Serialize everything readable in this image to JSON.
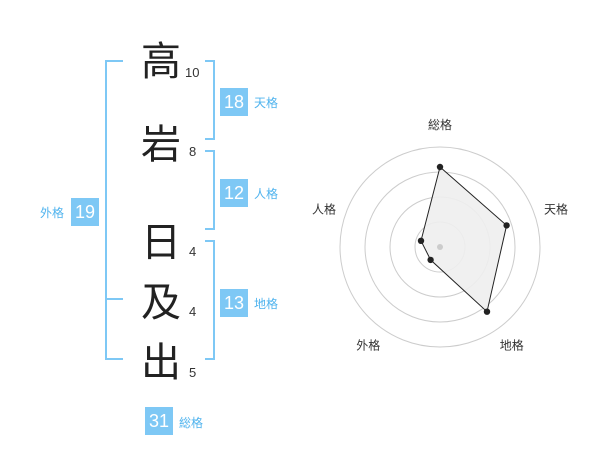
{
  "name": {
    "characters": [
      {
        "char": "高",
        "strokes": "10"
      },
      {
        "char": "岩",
        "strokes": "8"
      },
      {
        "char": "日",
        "strokes": "4"
      },
      {
        "char": "及",
        "strokes": "4"
      },
      {
        "char": "出",
        "strokes": "5"
      }
    ]
  },
  "fortune": {
    "tenkaku": {
      "label": "天格",
      "value": "18"
    },
    "jinkaku": {
      "label": "人格",
      "value": "12"
    },
    "chikaku": {
      "label": "地格",
      "value": "13"
    },
    "gaikaku": {
      "label": "外格",
      "value": "19"
    },
    "soukaku": {
      "label": "総格",
      "value": "31"
    }
  },
  "colors": {
    "accent": "#7ec8f5",
    "accent_text": "#4fb3ee"
  },
  "chart_data": {
    "type": "radar",
    "axes": [
      "総格",
      "天格",
      "地格",
      "外格",
      "人格"
    ],
    "values": [
      4,
      3.5,
      4,
      0.8,
      1
    ],
    "max": 5,
    "rings": 4,
    "fill": "#eeeeee",
    "line_color": "#222222"
  }
}
